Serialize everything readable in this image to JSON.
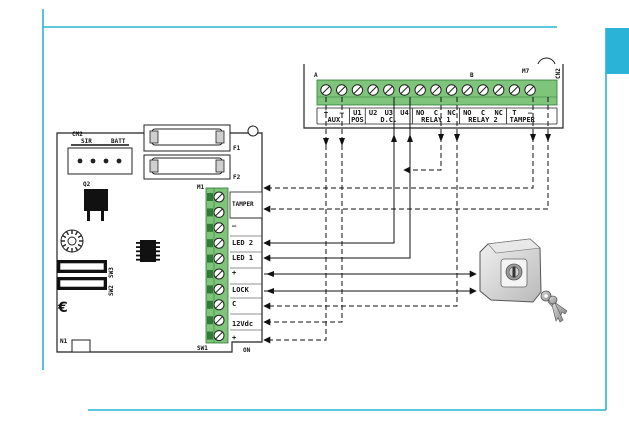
{
  "colors": {
    "accent": "#2ab3d6",
    "terminal_green": "#7fc47b",
    "terminal_green_dark": "#2f7a34",
    "board_outline": "#222222"
  },
  "top_board": {
    "corner_label": "M7",
    "side_label": "CN2",
    "terminal_labels": [
      "+",
      "–",
      "U1",
      "U2",
      "U3",
      "U4",
      "NO",
      "C",
      "NC",
      "NO",
      "C",
      "NC",
      "T",
      "–"
    ],
    "group_labels": [
      "AUX",
      "POS",
      "D.C.",
      "RELAY 1",
      "RELAY 2",
      "TAMPER"
    ]
  },
  "left_board": {
    "cm2_label": "CM2",
    "sir_label": "SIR",
    "batt_label": "BATT",
    "fuse1_label": "F1",
    "fuse2_label": "F2",
    "q2_label": "Q2",
    "m1_label": "M1",
    "sw2_label": "SW2",
    "sw3_label": "SW3",
    "n1_label": "N1",
    "ce_label": "€",
    "sw1_label": "SW1",
    "on_label": "ON",
    "terminal_labels": [
      "TAMPER",
      "–",
      "LED 2",
      "LED 1",
      "+",
      "LOCK",
      "C",
      "12Vdc",
      "+"
    ]
  },
  "key_switch": {
    "icon": "key-switch-icon"
  }
}
